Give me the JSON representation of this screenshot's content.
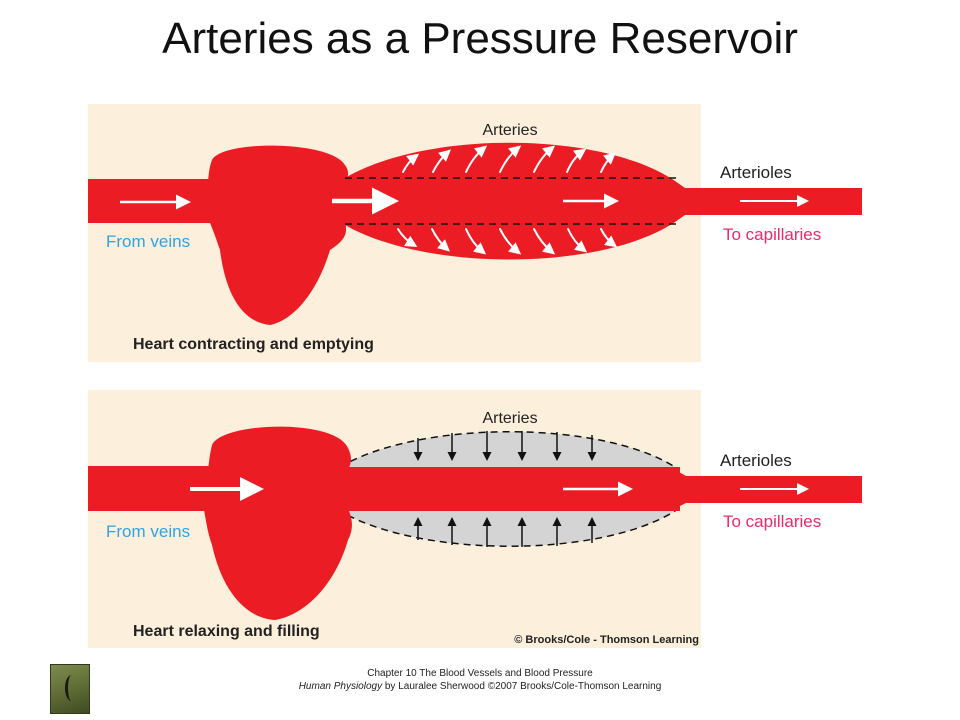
{
  "slide": {
    "title": "Arteries as a Pressure Reservoir"
  },
  "panel_top": {
    "arteries_label": "Arteries",
    "arterioles_label": "Arterioles",
    "from_veins_label": "From veins",
    "to_capillaries_label": "To capillaries",
    "caption": "Heart contracting and emptying"
  },
  "panel_bottom": {
    "arteries_label": "Arteries",
    "arterioles_label": "Arterioles",
    "from_veins_label": "From veins",
    "to_capillaries_label": "To capillaries",
    "caption": "Heart relaxing and filling",
    "credit": "© Brooks/Cole - Thomson Learning"
  },
  "footer": {
    "line1": "Chapter 10 The Blood Vessels and Blood Pressure",
    "book_title": "Human Physiology",
    "line2_rest": " by Lauralee Sherwood ©2007 Brooks/Cole-Thomson Learning"
  },
  "colors": {
    "panel_bg": "#fcefdc",
    "blood": "#ec1c24",
    "vein_label": "#2fa3e6",
    "capillary_label": "#ec2a6a",
    "relaxed_wall": "#d4d4d4"
  }
}
